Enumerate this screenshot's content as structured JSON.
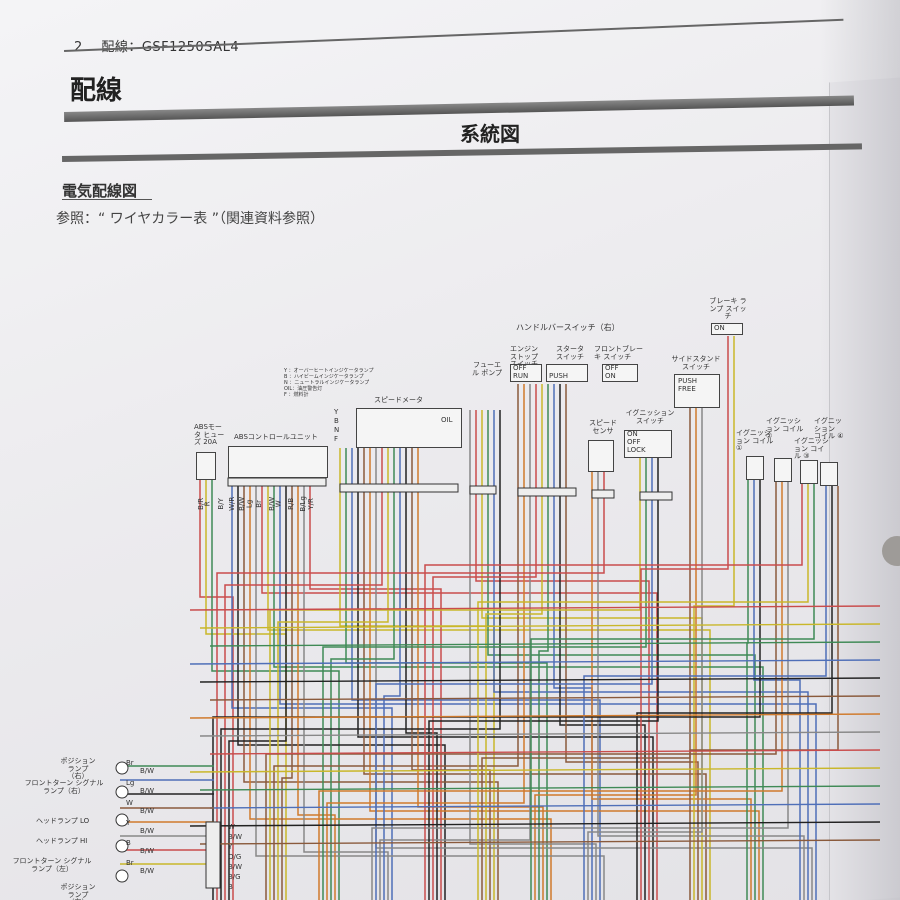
{
  "header": {
    "page_no": "2",
    "title": "配線：GSF1250SAL4"
  },
  "chapter_title": "配線",
  "section_title": "系統図",
  "subsection_title": "電気配線図",
  "reference_note": "参照：“ ワイヤカラー表 ”（関連資料参照）",
  "diagram": {
    "handlebar_switch_right": "ハンドルバースイッチ（右）",
    "brake_lamp_switch": "ブレーキ ランプ スイッチ",
    "engine_stop_switch": "エンジンストップ スイッチ",
    "starter_switch": "スタータ スイッチ",
    "front_brake_switch": "フロントブレーキ スイッチ",
    "side_stand_switch": "サイドスタンド スイッチ",
    "fuel_pump": "フューエル ポンプ",
    "speed_sensor": "スピード センサ",
    "ignition_switch": "イグニッション スイッチ",
    "speedometer": "スピードメータ",
    "oil_label": "OIL",
    "abs_motor_fuse": "ABSモータ ヒューズ 20A",
    "abs_control_unit": "ABSコントロールユニット",
    "ignition_coil_1": "イグニッション コイル ①",
    "ignition_coil_2": "イグニッション コイル ②",
    "ignition_coil_3": "イグニッション コイル ③",
    "ignition_coil_4": "イグニッション コイル ④",
    "position_lamp_r": "ポジション ランプ（右）",
    "front_turn_signal_r": "フロントターン シグナルランプ（右）",
    "headlamp_lo": "ヘッドランプ LO",
    "headlamp_hi": "ヘッドランプ HI",
    "front_turn_signal_l": "フロントターン シグナルランプ（左）",
    "position_lamp_l": "ポジション ランプ（左）",
    "legend": [
      "Y ：オーバーヒートインジケータランプ",
      "B ：ハイビームインジケータランプ",
      "N ：ニュートラルインジケータランプ",
      "OIL：油圧警告灯",
      "F ：燃料計"
    ],
    "switch_positions": {
      "engine_stop": [
        "OFF",
        "RUN"
      ],
      "starter": [
        "PUSH"
      ],
      "front_brake": [
        "OFF",
        "ON"
      ],
      "side_stand": [
        "PUSH",
        "FREE"
      ],
      "ignition": [
        "ON",
        "OFF",
        "LOCK"
      ],
      "brake_lamp": [
        "ON"
      ]
    },
    "wire_codes_left": [
      "B/R",
      "R",
      "B/Y",
      "W/R",
      "B/W",
      "Lg",
      "Br",
      "B/W",
      "W",
      "R/B",
      "B/Lg",
      "Y/R"
    ],
    "lamp_wire_codes": [
      "Br",
      "B/W",
      "Lg",
      "B/W",
      "W",
      "B/W",
      "Y",
      "B/W",
      "B",
      "B/W",
      "Br",
      "B/W"
    ],
    "connector_codes": [
      "W",
      "B/W",
      "Y",
      "O/G",
      "B/W",
      "B/G",
      "B"
    ],
    "meter_pin_codes": [
      "Y",
      "B",
      "N",
      "F",
      "OIL"
    ]
  },
  "colors": {
    "wire_red": "#c94c4c",
    "wire_yellow": "#c9b72a",
    "wire_green": "#3f8a56",
    "wire_blue": "#4f6fb8",
    "wire_black": "#222222",
    "wire_brown": "#8a5a3c",
    "wire_orange": "#d07a2c",
    "wire_gray": "#888888"
  }
}
